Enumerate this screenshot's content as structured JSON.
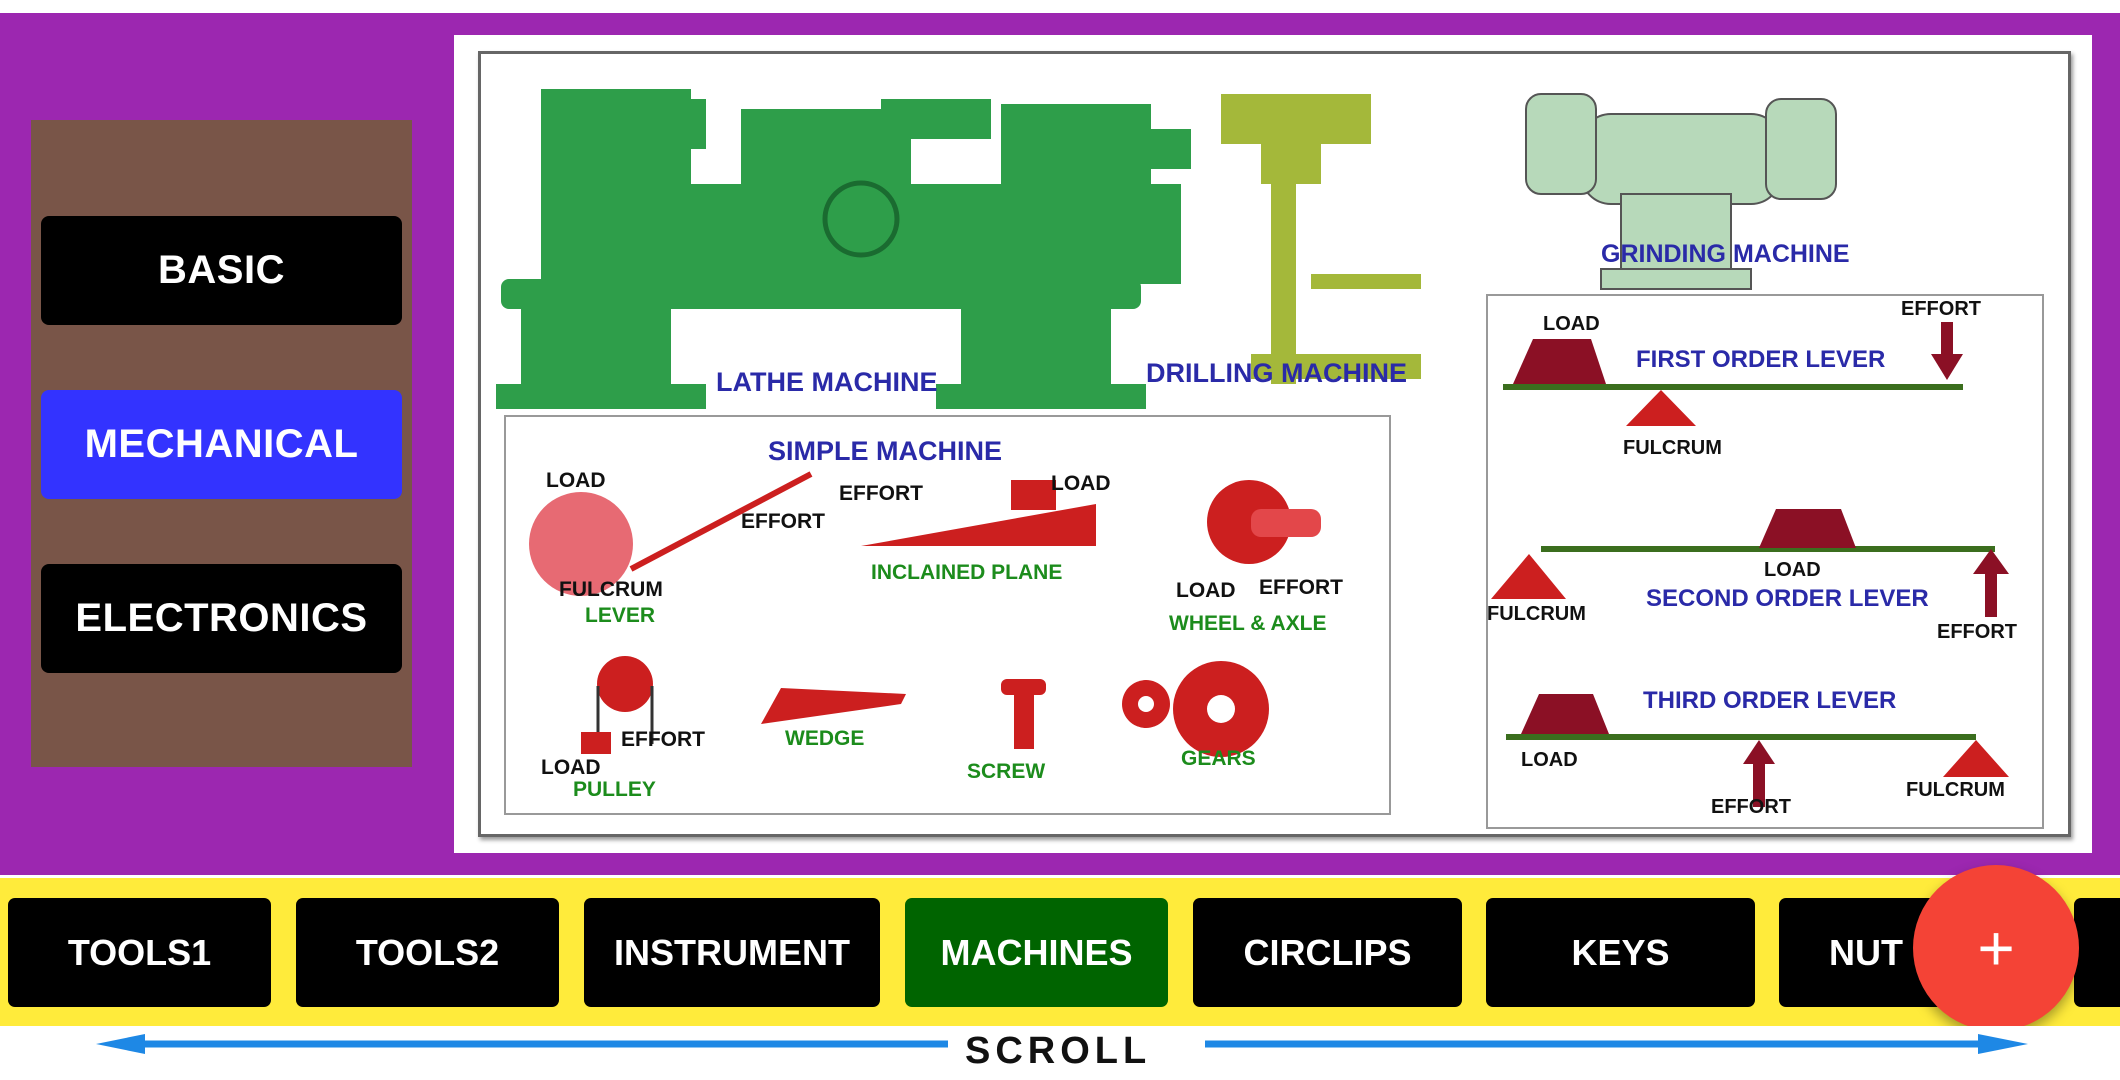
{
  "sidebar": {
    "items": [
      {
        "label": "BASIC"
      },
      {
        "label": "MECHANICAL"
      },
      {
        "label": "ELECTRONICS"
      }
    ]
  },
  "diagram": {
    "lathe": "LATHE MACHINE",
    "drilling": "DRILLING MACHINE",
    "grinding": "GRINDING MACHINE",
    "simple_machine": "SIMPLE MACHINE",
    "load": "LOAD",
    "effort": "EFFORT",
    "fulcrum": "FULCRUM",
    "lever": "LEVER",
    "inclined_plane": "INCLAINED PLANE",
    "wheel_axle": "WHEEL & AXLE",
    "pulley": "PULLEY",
    "wedge": "WEDGE",
    "screw": "SCREW",
    "gears": "GEARS",
    "first_order": "FIRST ORDER LEVER",
    "second_order": "SECOND ORDER LEVER",
    "third_order": "THIRD ORDER LEVER"
  },
  "tabs": [
    {
      "label": "TOOLS1"
    },
    {
      "label": "TOOLS2"
    },
    {
      "label": "INSTRUMENT"
    },
    {
      "label": "MACHINES"
    },
    {
      "label": "CIRCLIPS"
    },
    {
      "label": "KEYS"
    },
    {
      "label": "NUT"
    }
  ],
  "fab": {
    "label": "+"
  },
  "scroll": {
    "label": "SCROLL"
  },
  "colors": {
    "purple": "#9c27b0",
    "brown": "#795548",
    "active_side": "#3333ff",
    "active_tab": "#006400",
    "tabbar": "#ffeb3b",
    "fab": "#f44336"
  }
}
